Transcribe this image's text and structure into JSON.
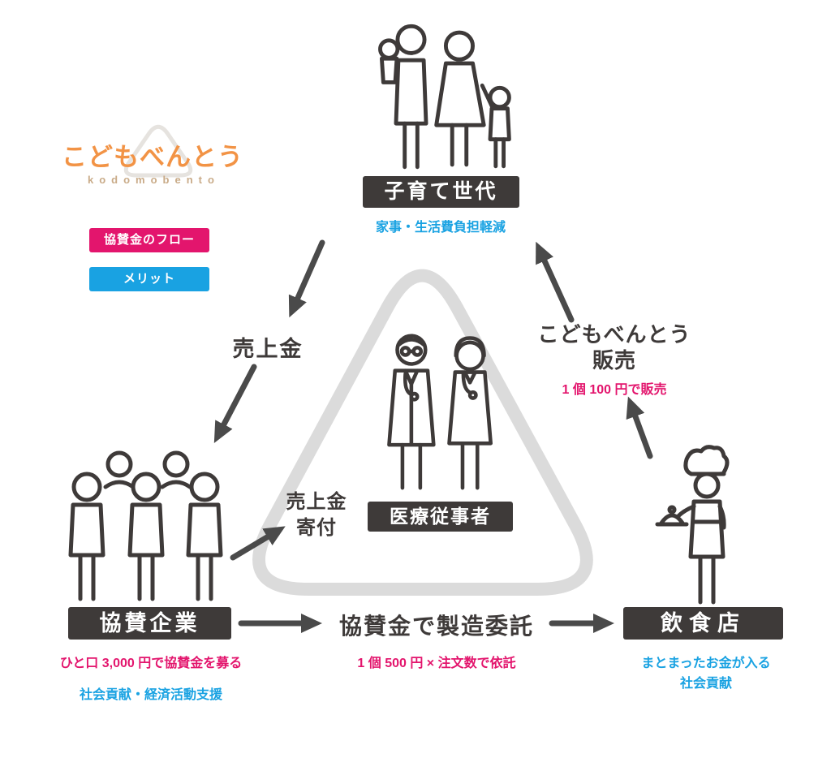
{
  "logo": {
    "title": "こどもべんとう",
    "subtitle": "kodomobento"
  },
  "legend": {
    "flow": "協賛金のフロー",
    "merit": "メリット"
  },
  "nodes": {
    "families": {
      "label": "子育て世代",
      "merit": "家事・生活費負担軽減"
    },
    "medical": {
      "label": "医療従事者"
    },
    "sponsors": {
      "label": "協賛企業",
      "flow_note": "ひと口 3,000 円で協賛金を募る",
      "merit": "社会貢献・経済活動支援"
    },
    "restaurant": {
      "label": "飲食店",
      "merit_line1": "まとまったお金が入る",
      "merit_line2": "社会貢献"
    }
  },
  "edges": {
    "sales": {
      "label": "売上金"
    },
    "donation": {
      "line1": "売上金",
      "line2": "寄付"
    },
    "consignment": {
      "label": "協賛金で製造委託",
      "flow_note": "1 個 500 円 × 注文数で依託"
    },
    "bento_sales": {
      "line1": "こどもべんとう",
      "line2": "販売",
      "flow_note": "1 個 100 円で販売"
    }
  },
  "colors": {
    "pink": "#e3156d",
    "blue": "#19a2e2",
    "dark": "#3e3a39",
    "orange": "#f29345",
    "triangle_gray": "#dbdbdb",
    "arrow_gray": "#4a4a4a"
  }
}
